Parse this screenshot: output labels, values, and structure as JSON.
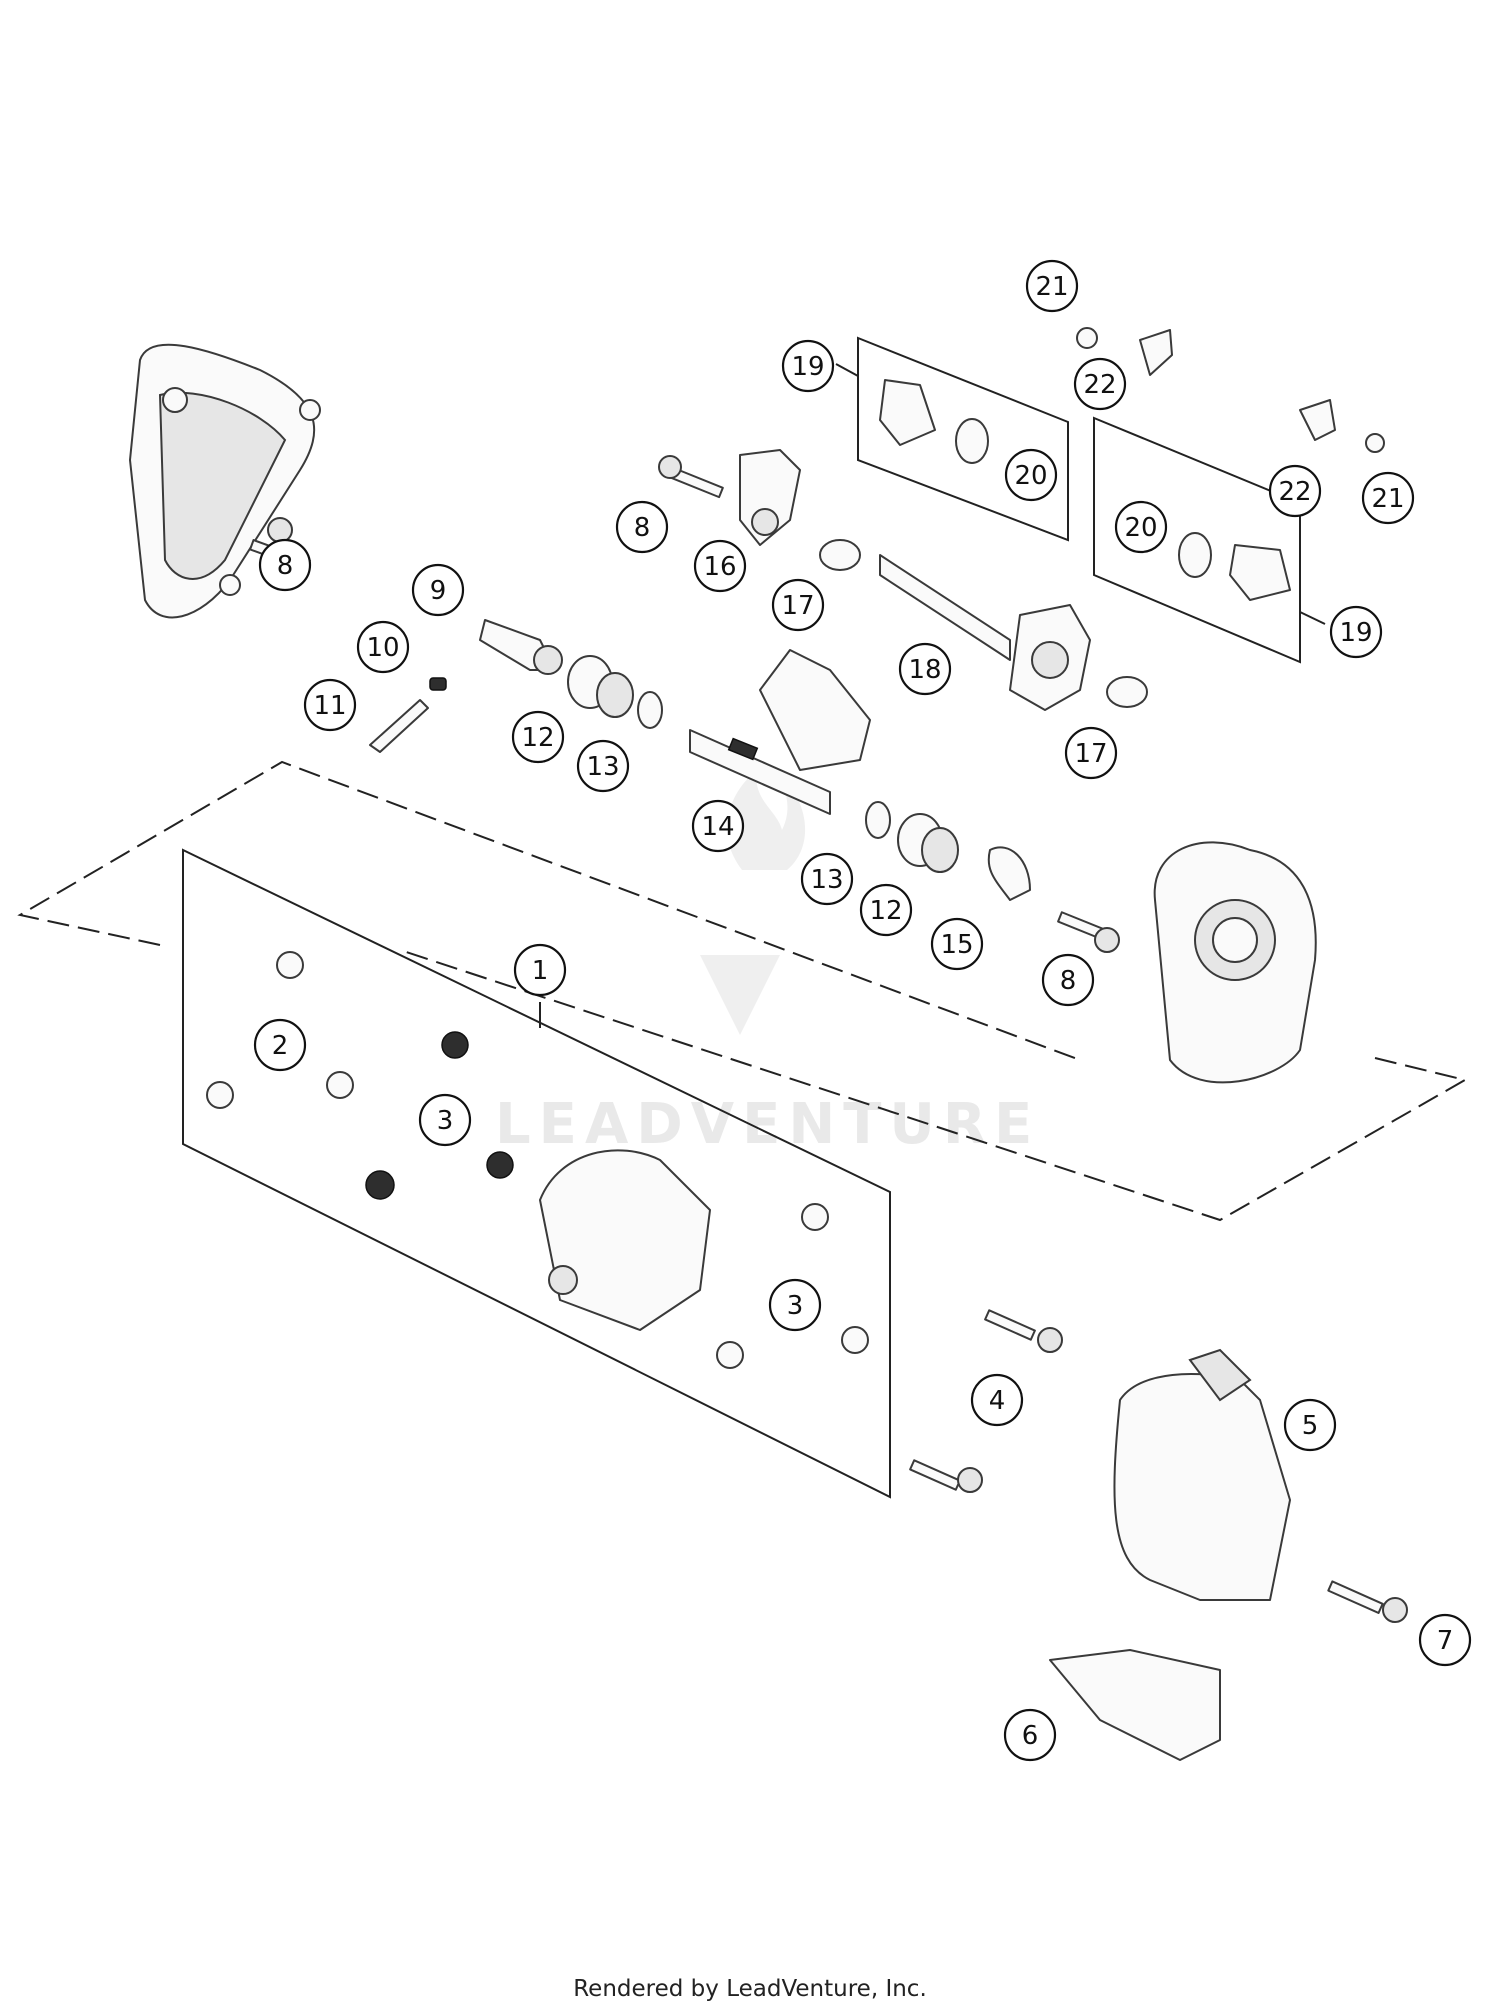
{
  "callouts": [
    {
      "id": "c1",
      "label": "1"
    },
    {
      "id": "c2",
      "label": "2"
    },
    {
      "id": "c3a",
      "label": "3"
    },
    {
      "id": "c3b",
      "label": "3"
    },
    {
      "id": "c4",
      "label": "4"
    },
    {
      "id": "c5",
      "label": "5"
    },
    {
      "id": "c6",
      "label": "6"
    },
    {
      "id": "c7",
      "label": "7"
    },
    {
      "id": "c8a",
      "label": "8"
    },
    {
      "id": "c8b",
      "label": "8"
    },
    {
      "id": "c8c",
      "label": "8"
    },
    {
      "id": "c9",
      "label": "9"
    },
    {
      "id": "c10",
      "label": "10"
    },
    {
      "id": "c11",
      "label": "11"
    },
    {
      "id": "c12a",
      "label": "12"
    },
    {
      "id": "c12b",
      "label": "12"
    },
    {
      "id": "c13a",
      "label": "13"
    },
    {
      "id": "c13b",
      "label": "13"
    },
    {
      "id": "c14",
      "label": "14"
    },
    {
      "id": "c15",
      "label": "15"
    },
    {
      "id": "c16",
      "label": "16"
    },
    {
      "id": "c17a",
      "label": "17"
    },
    {
      "id": "c17b",
      "label": "17"
    },
    {
      "id": "c18",
      "label": "18"
    },
    {
      "id": "c19a",
      "label": "19"
    },
    {
      "id": "c19b",
      "label": "19"
    },
    {
      "id": "c20a",
      "label": "20"
    },
    {
      "id": "c20b",
      "label": "20"
    },
    {
      "id": "c21a",
      "label": "21"
    },
    {
      "id": "c21b",
      "label": "21"
    },
    {
      "id": "c22a",
      "label": "22"
    },
    {
      "id": "c22b",
      "label": "22"
    }
  ],
  "watermark": "LEADVENTURE",
  "footer": "Rendered by LeadVenture, Inc."
}
